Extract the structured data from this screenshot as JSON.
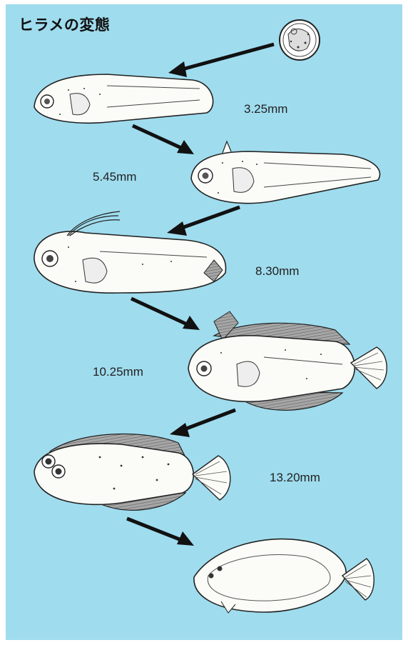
{
  "title": "ヒラメの変態",
  "stages": [
    {
      "size": "3.25mm"
    },
    {
      "size": "5.45mm"
    },
    {
      "size": "8.30mm"
    },
    {
      "size": "10.25mm"
    },
    {
      "size": "13.20mm"
    },
    {
      "size": ""
    }
  ],
  "colors": {
    "background": "#9fdcee",
    "line": "#222222",
    "fish_body": "#fbfbf7",
    "fin": "#8c8c8c"
  }
}
